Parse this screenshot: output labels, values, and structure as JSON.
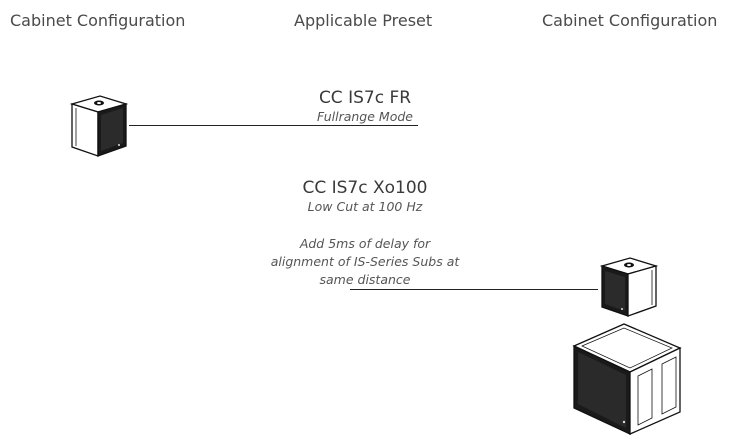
{
  "headers": {
    "left": "Cabinet Configuration",
    "center": "Applicable Preset",
    "right": "Cabinet Configuration"
  },
  "presets": [
    {
      "name": "CC IS7c FR",
      "description": "Fullrange Mode"
    },
    {
      "name": "CC IS7c Xo100",
      "description": "Low Cut at 100 Hz",
      "note_lines": [
        "Add 5ms of delay for",
        "alignment of IS-Series Subs at",
        "same distance"
      ]
    }
  ]
}
